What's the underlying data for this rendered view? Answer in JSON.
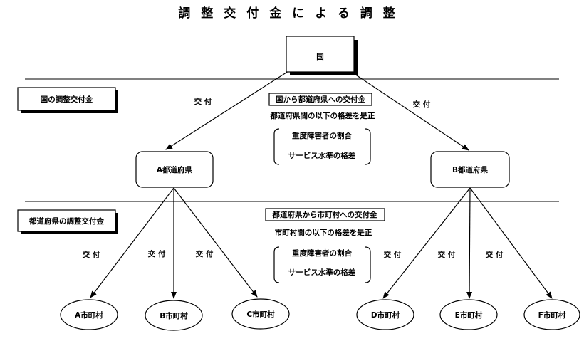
{
  "title": "調整交付金による調整",
  "nodes": {
    "national": "国",
    "pref_a": "A都道府県",
    "pref_b": "B都道府県",
    "muni_a": "A市町村",
    "muni_b": "B市町村",
    "muni_c": "C市町村",
    "muni_d": "D市町村",
    "muni_e": "E市町村",
    "muni_f": "F市町村"
  },
  "section_labels": {
    "national_fund": "国の調整交付金",
    "pref_fund": "都道府県の調整交付金"
  },
  "edge_label": "交 付",
  "upper_info": {
    "header": "国から都道府県への交付金",
    "subtitle": "都道府県間の以下の格差を是正",
    "items": [
      "重度障害者の割合",
      "サービス水準の格差"
    ]
  },
  "lower_info": {
    "header": "都道府県から市町村への交付金",
    "subtitle": "市町村間の以下の格差を是正",
    "items": [
      "重度障害者の割合",
      "サービス水準の格差"
    ]
  }
}
